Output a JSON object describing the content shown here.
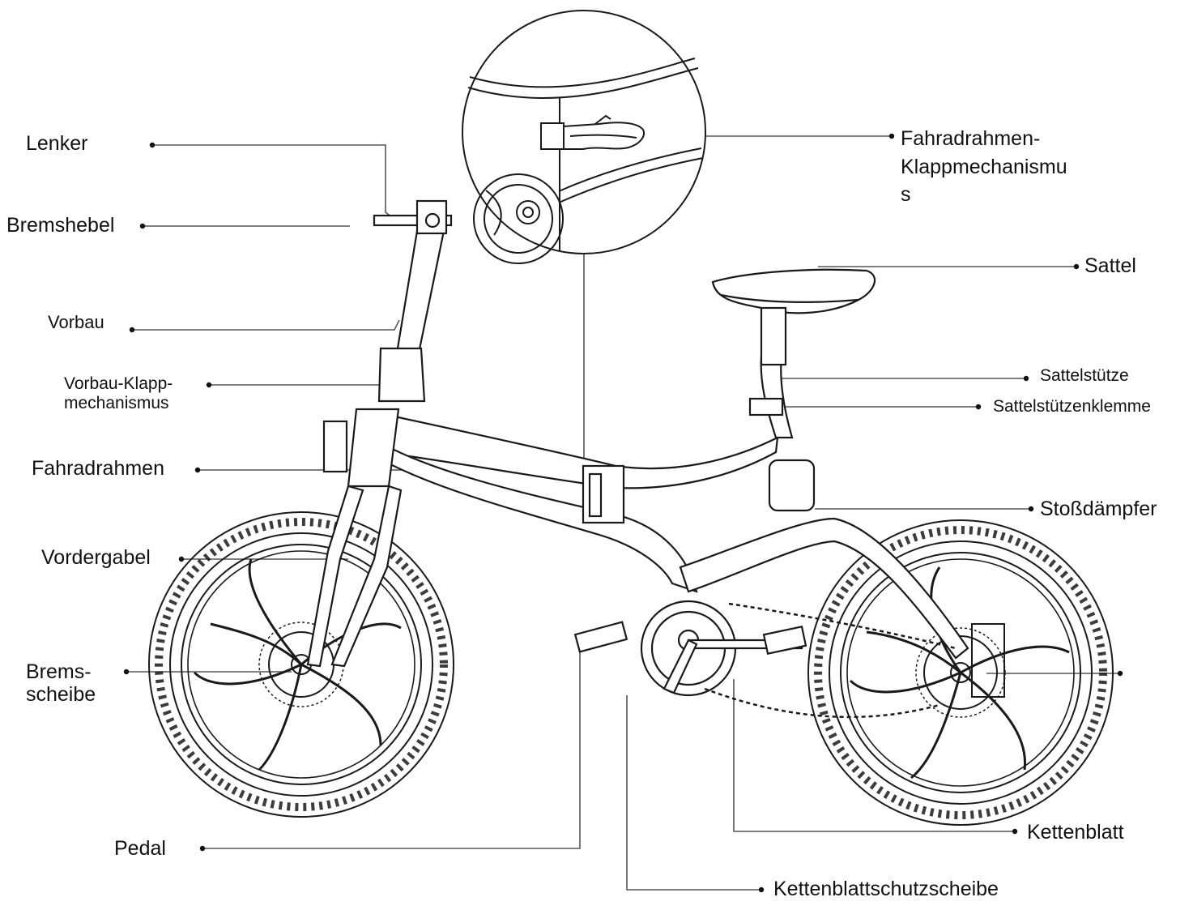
{
  "diagram": {
    "colors": {
      "line": "#1a1a1a",
      "leader": "#555555",
      "background": "#ffffff",
      "label": "#111111"
    },
    "labels": {
      "lenker": "Lenker",
      "bremshebel": "Bremshebel",
      "vorbau": "Vorbau",
      "vorbau_klapp": [
        "Vorbau-Klapp-",
        "mechanismus"
      ],
      "fahrradrahmen": "Fahradrahmen",
      "vordergabel": "Vordergabel",
      "bremsscheibe": [
        "Brems-",
        "scheibe"
      ],
      "pedal": "Pedal",
      "rahmen_klapp": [
        "Fahradrahmen-",
        "Klappmechanismu",
        "s"
      ],
      "sattel": "Sattel",
      "sattelstuetze": "Sattelstütze",
      "sattelstuetzenklemme": "Sattelstützenklemme",
      "stossdaempfer": "Stoßdämpfer",
      "kettenblatt": "Kettenblatt",
      "kettenblattschutzscheibe": "Kettenblattschutzscheibe"
    },
    "icons": [
      "bicycle-drawing",
      "magnifier-detail-icon"
    ]
  }
}
